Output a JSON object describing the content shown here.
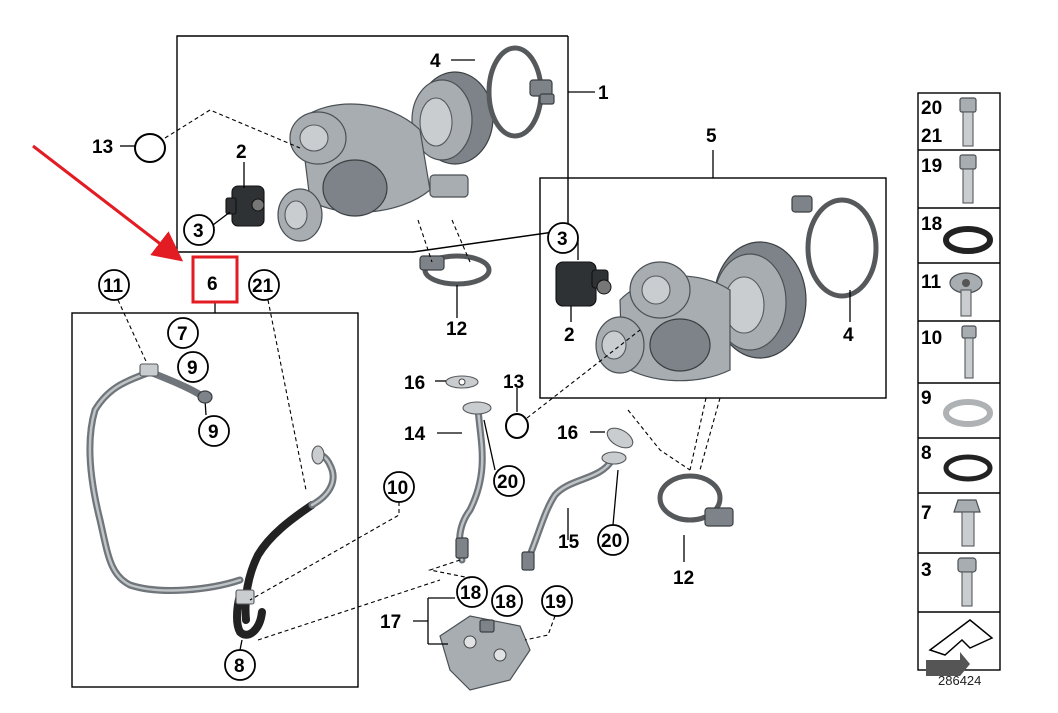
{
  "callouts": {
    "c1": "1",
    "c2a": "2",
    "c2b": "2",
    "c3a": "3",
    "c3b": "3",
    "c4a": "4",
    "c4b": "4",
    "c5": "5",
    "c6": "6",
    "c7": "7",
    "c8": "8",
    "c9a": "9",
    "c9b": "9",
    "c10": "10",
    "c11": "11",
    "c12a": "12",
    "c12b": "12",
    "c13a": "13",
    "c13b": "13",
    "c14": "14",
    "c15": "15",
    "c16a": "16",
    "c16b": "16",
    "c17": "17",
    "c18a": "18",
    "c18b": "18",
    "c19": "19",
    "c20a": "20",
    "c20b": "20",
    "c21": "21"
  },
  "sidebar": {
    "rows": [
      {
        "labels": [
          "20",
          "21"
        ],
        "part": "bolt-icon"
      },
      {
        "labels": [
          "19"
        ],
        "part": "bolt-icon"
      },
      {
        "labels": [
          "18"
        ],
        "part": "o-ring-icon"
      },
      {
        "labels": [
          "11"
        ],
        "part": "banjo-bolt-icon"
      },
      {
        "labels": [
          "10"
        ],
        "part": "long-bolt-icon"
      },
      {
        "labels": [
          "9"
        ],
        "part": "sealing-washer-icon"
      },
      {
        "labels": [
          "8"
        ],
        "part": "sealing-ring-icon"
      },
      {
        "labels": [
          "7"
        ],
        "part": "hollow-bolt-icon"
      },
      {
        "labels": [
          "3"
        ],
        "part": "screw-icon"
      }
    ]
  },
  "diagram_id": "286424",
  "colors": {
    "highlight": "#e31b23",
    "metal": "#a7adb1",
    "outline": "#000000"
  }
}
